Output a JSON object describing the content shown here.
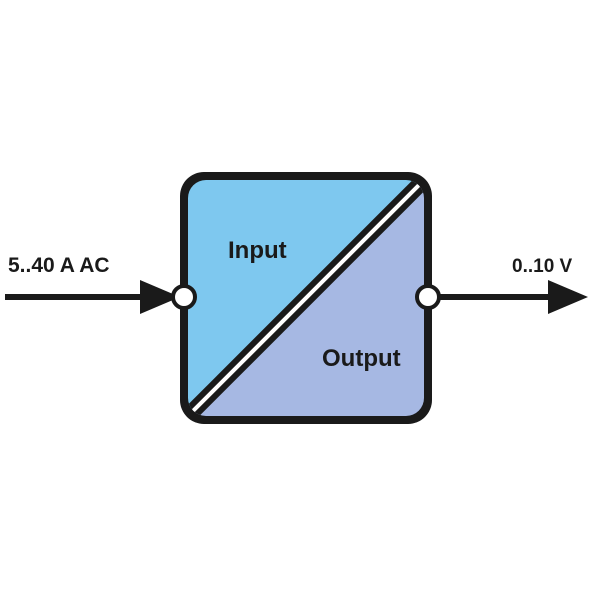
{
  "input_signal": "5..40 A AC",
  "output_signal": "0..10 V",
  "block": {
    "input_label": "Input",
    "output_label": "Output"
  },
  "colors": {
    "input": "#7ec8ef",
    "output": "#a6b8e3",
    "stroke": "#1a1a1a"
  }
}
